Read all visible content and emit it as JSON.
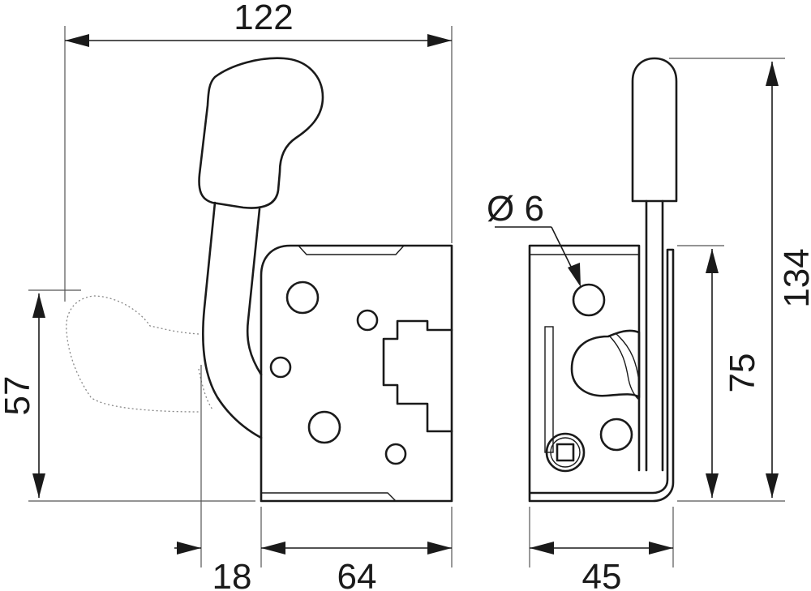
{
  "dimensions": {
    "overall_width": "122",
    "tilt_height": "57",
    "lever_offset": "18",
    "body_width": "64",
    "hole_diameter": "Ø 6",
    "body_height": "75",
    "overall_height": "134",
    "body_depth": "45"
  }
}
